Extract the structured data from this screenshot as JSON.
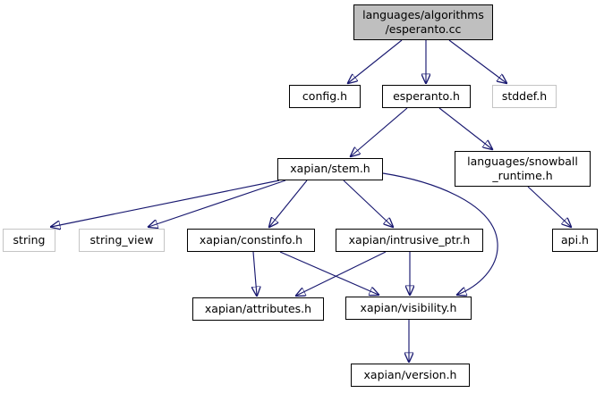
{
  "graph": {
    "type": "include-dependency-graph",
    "colors": {
      "edge": "#191970",
      "border": "#000000",
      "external_border": "#c4c4c4",
      "root_fill": "#bfbfbf",
      "fill": "#ffffff",
      "text": "#000000"
    },
    "nodes": [
      {
        "id": "esperanto_cc",
        "label": "languages/algorithms\n/esperanto.cc",
        "kind": "current"
      },
      {
        "id": "config_h",
        "label": "config.h",
        "kind": "internal"
      },
      {
        "id": "esperanto_h",
        "label": "esperanto.h",
        "kind": "internal"
      },
      {
        "id": "stddef_h",
        "label": "stddef.h",
        "kind": "external"
      },
      {
        "id": "stem_h",
        "label": "xapian/stem.h",
        "kind": "internal"
      },
      {
        "id": "snowball_runtime_h",
        "label": "languages/snowball\n_runtime.h",
        "kind": "internal"
      },
      {
        "id": "string",
        "label": "string",
        "kind": "external"
      },
      {
        "id": "string_view",
        "label": "string_view",
        "kind": "external"
      },
      {
        "id": "constinfo_h",
        "label": "xapian/constinfo.h",
        "kind": "internal"
      },
      {
        "id": "intrusive_ptr_h",
        "label": "xapian/intrusive_ptr.h",
        "kind": "internal"
      },
      {
        "id": "api_h",
        "label": "api.h",
        "kind": "internal"
      },
      {
        "id": "attributes_h",
        "label": "xapian/attributes.h",
        "kind": "internal"
      },
      {
        "id": "visibility_h",
        "label": "xapian/visibility.h",
        "kind": "internal"
      },
      {
        "id": "version_h",
        "label": "xapian/version.h",
        "kind": "internal"
      }
    ],
    "edges": [
      {
        "from": "esperanto_cc",
        "to": "config_h"
      },
      {
        "from": "esperanto_cc",
        "to": "esperanto_h"
      },
      {
        "from": "esperanto_cc",
        "to": "stddef_h"
      },
      {
        "from": "esperanto_h",
        "to": "stem_h"
      },
      {
        "from": "esperanto_h",
        "to": "snowball_runtime_h"
      },
      {
        "from": "stem_h",
        "to": "string"
      },
      {
        "from": "stem_h",
        "to": "string_view"
      },
      {
        "from": "stem_h",
        "to": "constinfo_h"
      },
      {
        "from": "stem_h",
        "to": "intrusive_ptr_h"
      },
      {
        "from": "stem_h",
        "to": "visibility_h"
      },
      {
        "from": "snowball_runtime_h",
        "to": "api_h"
      },
      {
        "from": "constinfo_h",
        "to": "attributes_h"
      },
      {
        "from": "constinfo_h",
        "to": "visibility_h"
      },
      {
        "from": "intrusive_ptr_h",
        "to": "attributes_h"
      },
      {
        "from": "intrusive_ptr_h",
        "to": "visibility_h"
      },
      {
        "from": "visibility_h",
        "to": "version_h"
      }
    ]
  }
}
